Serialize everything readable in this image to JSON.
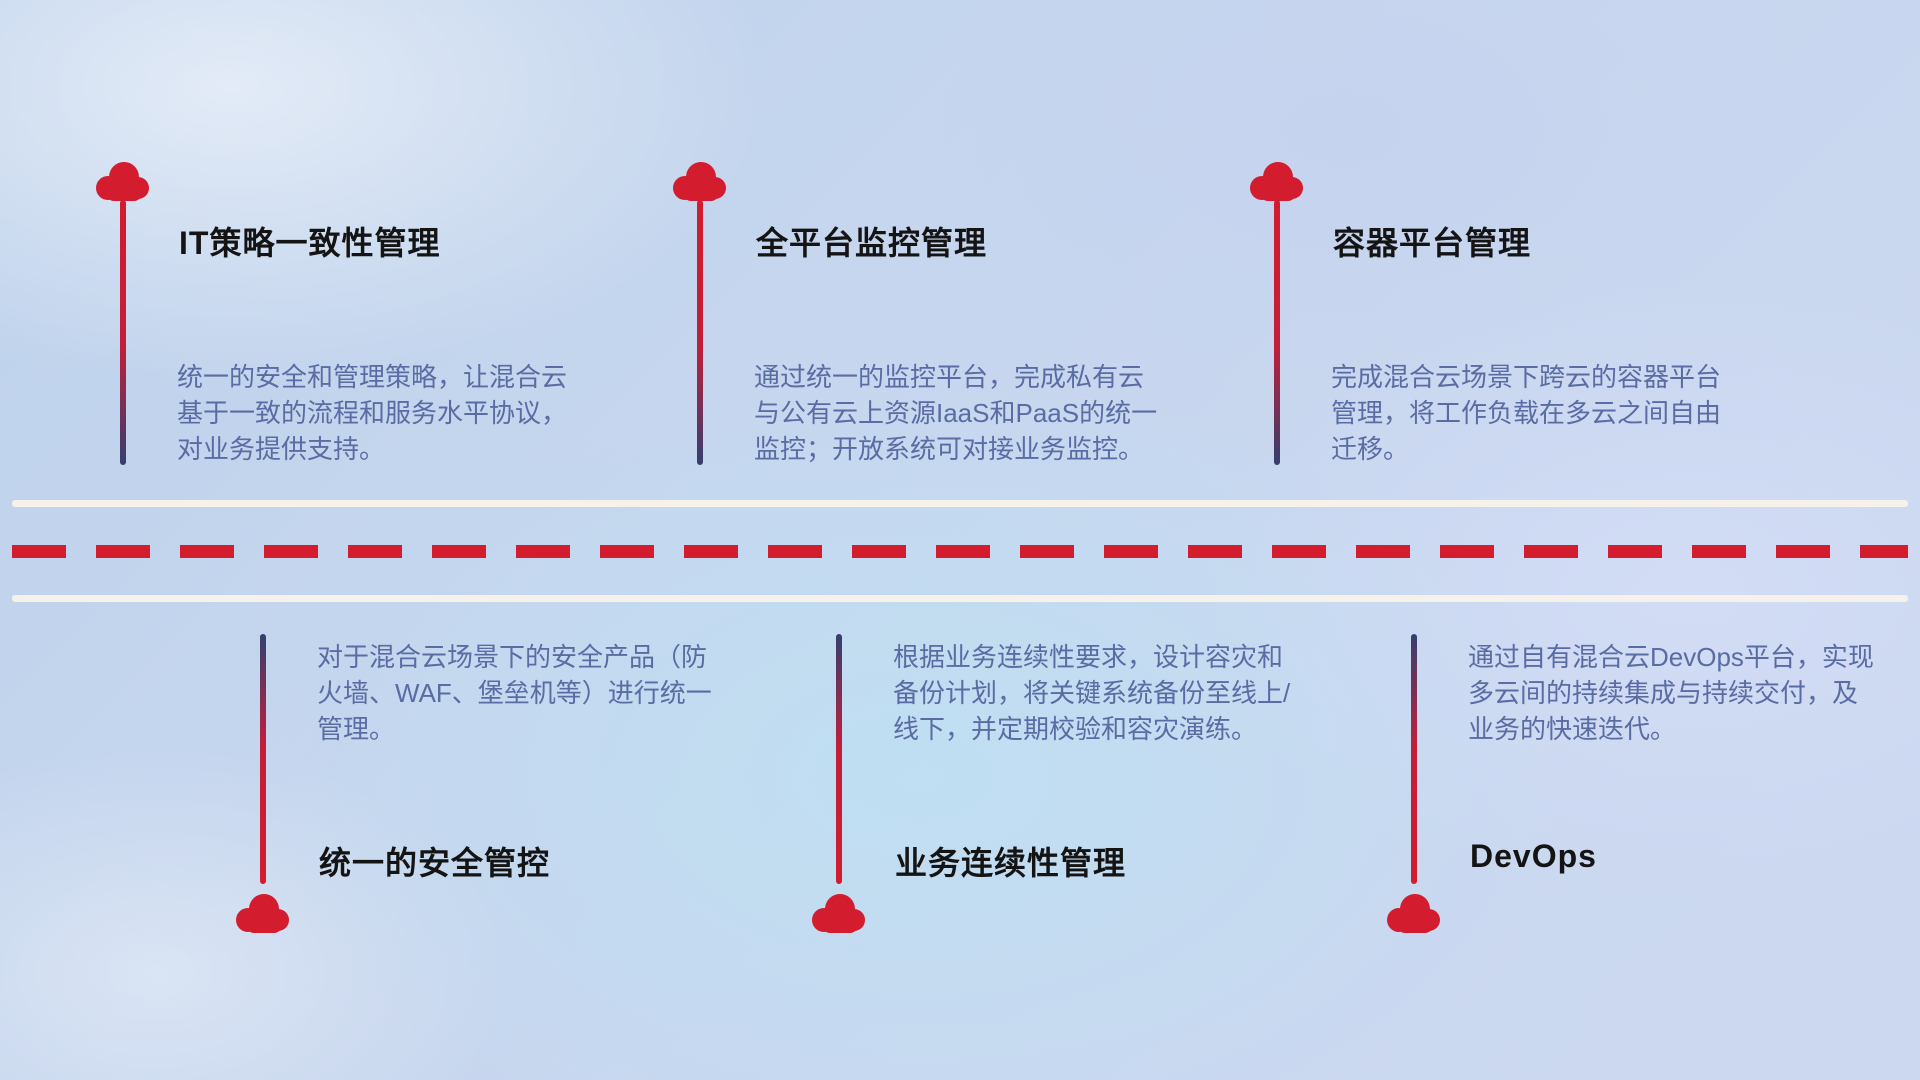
{
  "items": [
    {
      "title": "IT策略一致性管理",
      "desc": "统一的安全和管理策略，让混合云基于一致的流程和服务水平协议，对业务提供支持。"
    },
    {
      "title": "全平台监控管理",
      "desc": "通过统一的监控平台，完成私有云与公有云上资源IaaS和PaaS的统一监控；开放系统可对接业务监控。"
    },
    {
      "title": "容器平台管理",
      "desc": "完成混合云场景下跨云的容器平台管理，将工作负载在多云之间自由迁移。"
    },
    {
      "title": "统一的安全管控",
      "desc": "对于混合云场景下的安全产品（防火墙、WAF、堡垒机等）进行统一管理。"
    },
    {
      "title": "业务连续性管理",
      "desc": "根据业务连续性要求，设计容灾和备份计划，将关键系统备份至线上/线下，并定期校验和容灾演练。"
    },
    {
      "title": "DevOps",
      "desc": "通过自有混合云DevOps平台，实现多云间的持续集成与持续交付，及业务的快速迭代。"
    }
  ],
  "colors": {
    "cloud_red": "#d31c2e",
    "stem_navy": "#33406f",
    "title_text": "#141414",
    "desc_text": "#5a6ca3",
    "road_line": "#f6f1e9",
    "background_blue": "#c6d6ee"
  }
}
